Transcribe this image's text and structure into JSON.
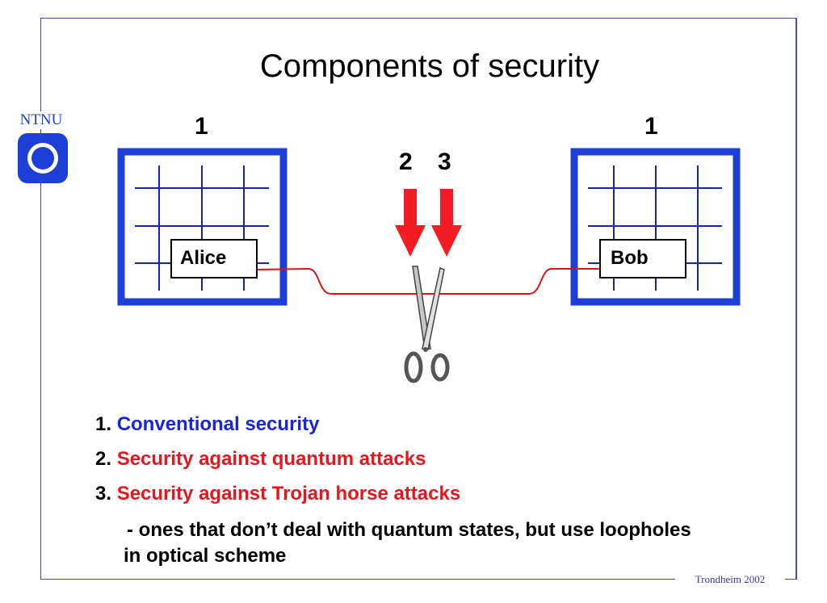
{
  "slide": {
    "title": "Components of security",
    "logo_text": "NTNU",
    "footer": "Trondheim 2002"
  },
  "diagram": {
    "label_left_1": "1",
    "label_right_1": "1",
    "label_2": "2",
    "label_3": "3",
    "alice": "Alice",
    "bob": "Bob",
    "colors": {
      "box": "#1d3fd6",
      "grid": "#1a24a8",
      "fiber": "#d8141b",
      "arrow": "#f21c24"
    }
  },
  "list": {
    "item1_num": "1.",
    "item1_text": "Conventional security",
    "item2_num": "2.",
    "item2_text": "Security against quantum attacks",
    "item3_num": "3.",
    "item3_text": "Security against Trojan horse attacks",
    "note_line1": "- ones that don’t deal with quantum states, but use loopholes",
    "note_line2": "in optical scheme"
  }
}
